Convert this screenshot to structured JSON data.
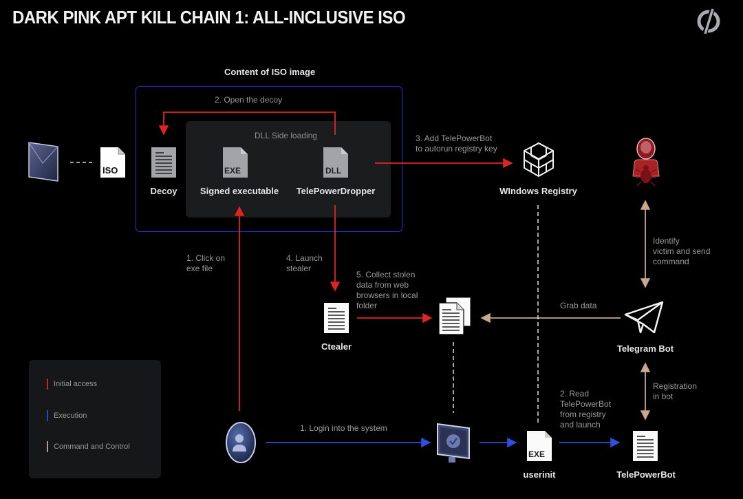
{
  "title": "DARK PINK APT KILL CHAIN 1: ALL-INCLUSIVE ISO",
  "logo_icon": "circle-slash-logo-icon",
  "iso_section": {
    "label": "Content of ISO image",
    "dll_group_label": "DLL Side loading",
    "nodes": {
      "decoy": {
        "label": "Decoy",
        "icon": "document-icon"
      },
      "signed_exe": {
        "label": "Signed executable",
        "icon": "exe-file-icon",
        "badge": "EXE"
      },
      "dropper": {
        "label": "TelePowerDropper",
        "icon": "dll-file-icon",
        "badge": "DLL"
      }
    }
  },
  "email": {
    "icon": "email-envelope-icon"
  },
  "iso_file": {
    "icon": "iso-file-icon",
    "badge": "ISO"
  },
  "nodes": {
    "registry": {
      "label": "WIndows Registry",
      "icon": "registry-cubes-icon"
    },
    "attacker": {
      "icon": "hacker-bug-icon"
    },
    "telegram": {
      "label": "Telegram Bot",
      "icon": "telegram-plane-icon"
    },
    "ctealer": {
      "label": "Ctealer",
      "icon": "document-icon"
    },
    "local_folder": {
      "icon": "documents-stack-icon"
    },
    "user": {
      "icon": "user-avatar-icon"
    },
    "system": {
      "icon": "monitor-check-icon"
    },
    "userinit": {
      "label": "userinit",
      "icon": "exe-file-icon",
      "badge": "EXE"
    },
    "telepowerbot": {
      "label": "TelePowerBot",
      "icon": "document-icon"
    }
  },
  "steps": {
    "open_decoy": "2. Open the decoy",
    "add_autorun": "3. Add TelePowerBot\nto autorun registry key",
    "click_exe": "1. Click on\nexe file",
    "launch_stealer": "4. Launch\nstealer",
    "collect_data": "5. Collect stolen\ndata from web\nbrowsers in local\nfolder",
    "grab_data": "Grab data",
    "identify_victim": "Identify\nvictim and send\ncommand",
    "registration": "Registration\nin bot",
    "login": "1. Login into the system",
    "read_registry": "2. Read\nTelePowerBot\nfrom registry\nand launch"
  },
  "legend": [
    {
      "label": "Initial access",
      "color": "#c0262b"
    },
    {
      "label": "Execution",
      "color": "#2f46c4"
    },
    {
      "label": "Command and Control",
      "color": "#b89c8a"
    }
  ],
  "colors": {
    "initial_access": "#e02424",
    "execution": "#2f4fe0",
    "command_control": "#c8a890",
    "iso_border": "#2430c8"
  }
}
